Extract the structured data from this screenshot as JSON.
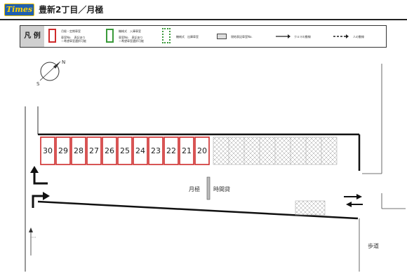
{
  "header": {
    "logo_text": "Times",
    "title": "豊新2丁目／月極"
  },
  "legend": {
    "title": "凡 例",
    "items": [
      {
        "swatch": "red-outline",
        "label": "月極・定期車室",
        "note1": "車室No.　表記あり",
        "note2": "＝希望車室選択可能"
      },
      {
        "swatch": "green-outline",
        "label": "機械式　入庫車室",
        "note1": "車室No.　表記あり",
        "note2": "＝希望車室選択可能"
      },
      {
        "swatch": "green-dotted",
        "label": "機械式　出庫車室"
      },
      {
        "swatch": "gray-box",
        "label": "現地表記車室No."
      },
      {
        "swatch": "solid-arrow",
        "label": "クルマの動線"
      },
      {
        "swatch": "dashed-arrow",
        "label": "人の動線"
      }
    ]
  },
  "map": {
    "slots": [
      "30",
      "29",
      "28",
      "27",
      "26",
      "25",
      "24",
      "23",
      "22",
      "21",
      "20"
    ],
    "center_label_left": "月極",
    "center_label_right": "時間貸",
    "sidewalk_label": "歩道",
    "compass": {
      "north": "N",
      "south": "S"
    }
  },
  "colors": {
    "monthly_slot": "#cf2b2b",
    "machine_slot": "#3a9a3a",
    "logo_bg": "#1f5fb0",
    "logo_text": "#ffd400"
  }
}
